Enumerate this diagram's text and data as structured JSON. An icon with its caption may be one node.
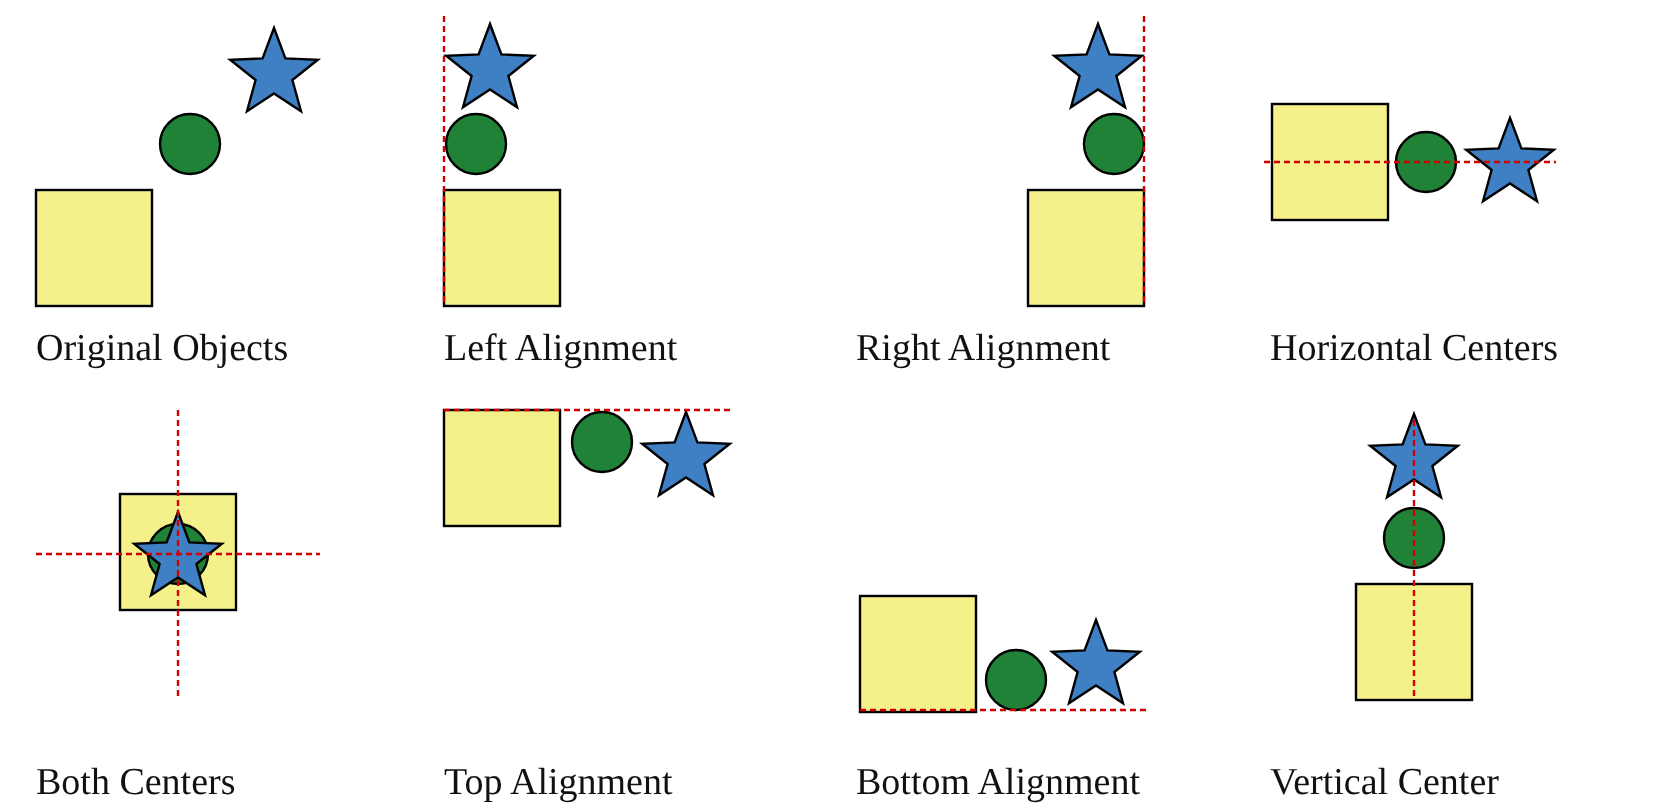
{
  "diagram": {
    "labels": [
      "Original Objects",
      "Left Alignment",
      "Right Alignment",
      "Horizontal Centers",
      "Both Centers",
      "Top Alignment",
      "Bottom Alignment",
      "Vertical Center"
    ]
  }
}
